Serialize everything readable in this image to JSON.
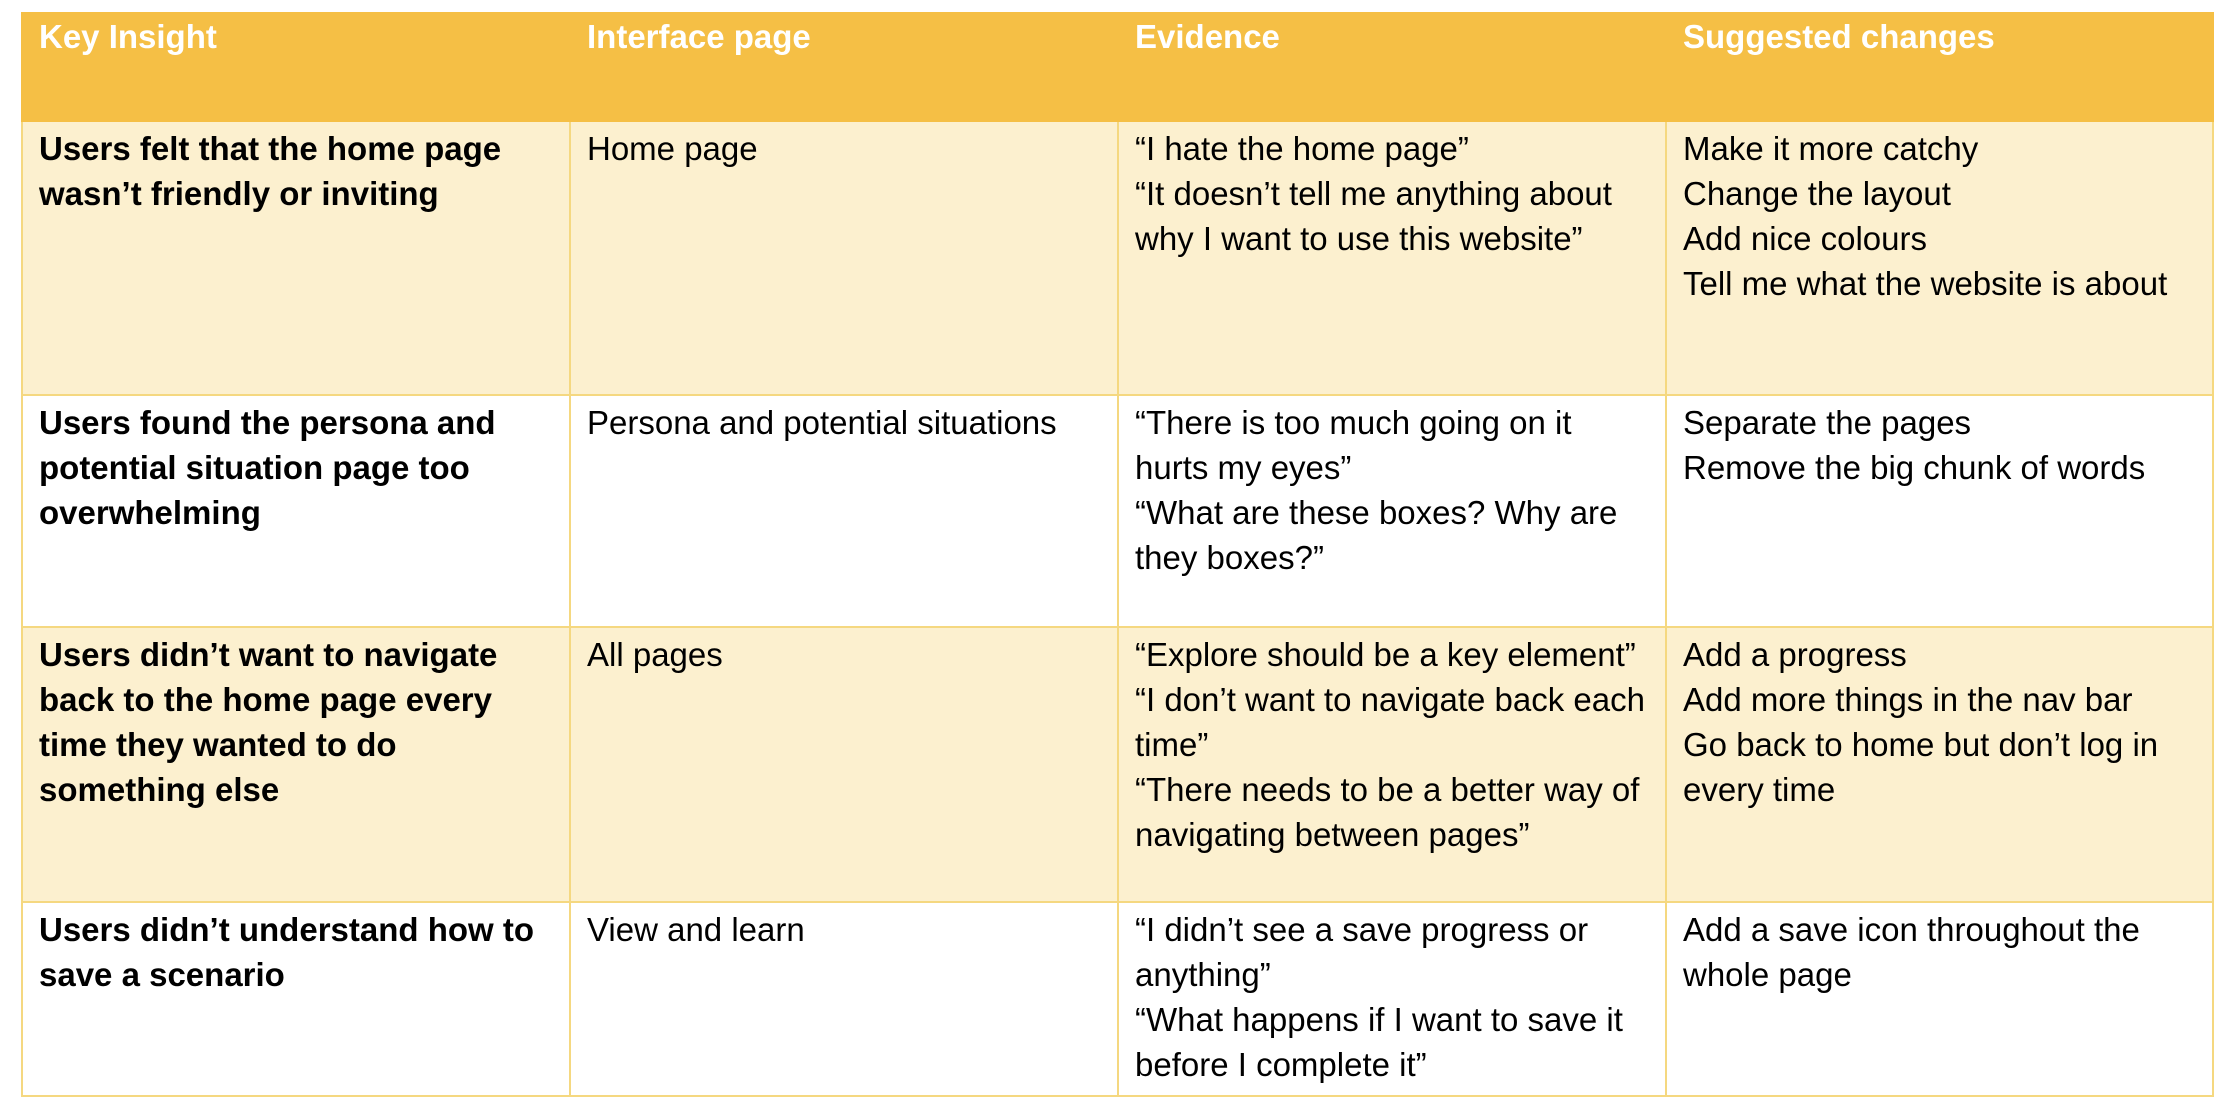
{
  "table": {
    "headers": [
      "Key Insight",
      "Interface page",
      "Evidence",
      "Suggested changes"
    ],
    "rows": [
      {
        "insight": "Users felt that the home page wasn’t friendly or inviting",
        "page": "Home page",
        "evidence": [
          "“I hate the home page”",
          "“It doesn’t tell me anything about why I want to use this website”"
        ],
        "changes": [
          "Make it more catchy",
          "Change the layout",
          "Add nice colours",
          "Tell me what the website is about"
        ]
      },
      {
        "insight": "Users found the persona and potential situation page too overwhelming",
        "page": "Persona and potential situations",
        "evidence": [
          "“There is too much going on it hurts my eyes”",
          "“What are these boxes? Why are they boxes?”"
        ],
        "changes": [
          "Separate the pages",
          "Remove the big chunk of words"
        ]
      },
      {
        "insight": "Users didn’t want to navigate back to the home page every time they wanted to do something else",
        "page": "All pages",
        "evidence": [
          "“Explore should be a key element”",
          "“I don’t want to navigate back each time”",
          "“There needs to be a better way of navigating between pages”"
        ],
        "changes": [
          "Add a progress",
          "Add more things in the nav bar",
          "Go back to home but don’t log in every time"
        ]
      },
      {
        "insight": "Users didn’t understand how to save a scenario",
        "page": "View and learn",
        "evidence": [
          "“I didn’t see a save progress or anything”",
          "“What happens if I want to save it before I complete it”"
        ],
        "changes": [
          "Add a save icon throughout the whole page"
        ]
      }
    ]
  },
  "colors": {
    "header_bg": "#f5bf45",
    "header_text": "#ffffff",
    "band_bg": "#fcf0cf",
    "border": "#f5d880"
  }
}
